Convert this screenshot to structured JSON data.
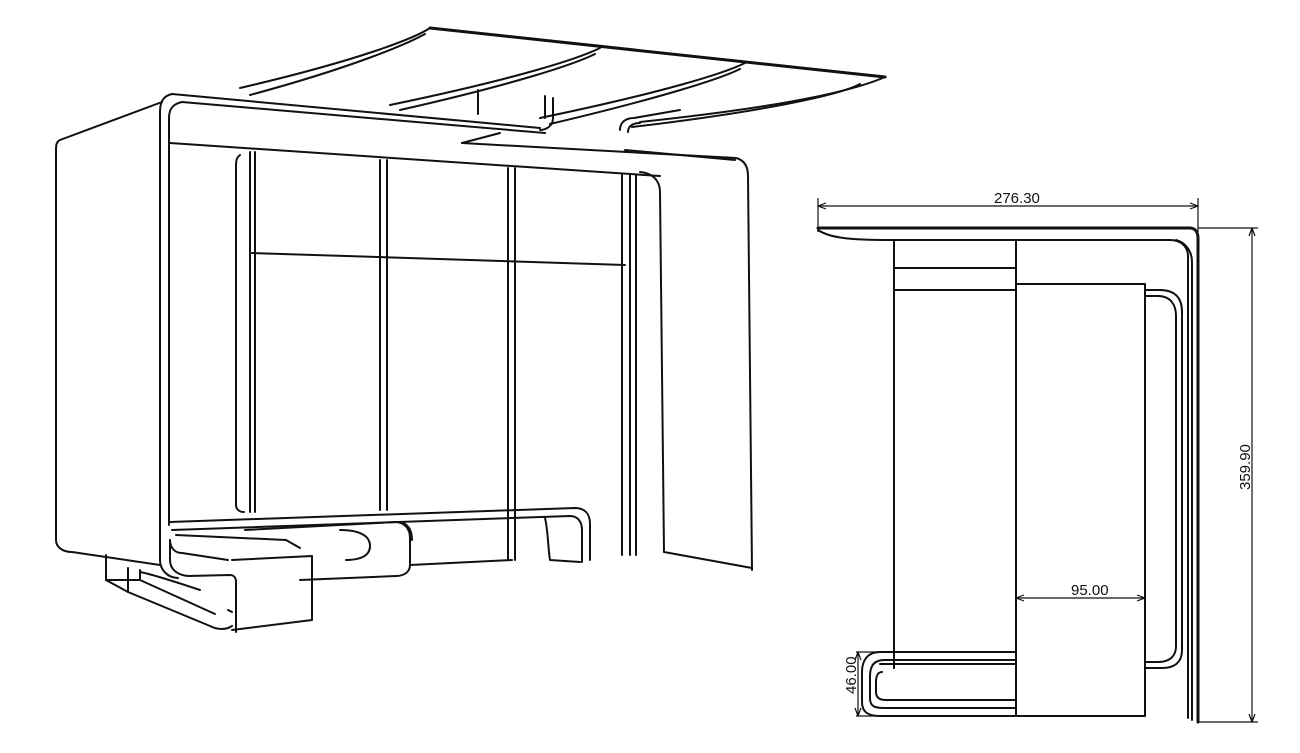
{
  "drawing": {
    "colors": {
      "line": "#111111",
      "background": "#ffffff"
    },
    "dimensions": {
      "overall_width": "276.30",
      "overall_height": "359.90",
      "side_width": "95.00",
      "seat_height": "46.00"
    }
  }
}
